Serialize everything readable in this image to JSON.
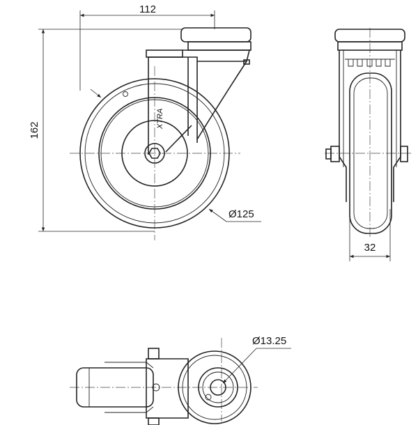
{
  "dimensions": {
    "width": "112",
    "height": "162",
    "wheel_diameter": "Ø125",
    "wheel_width": "32",
    "bolt_hole": "Ø13.25"
  },
  "views": {
    "side_logo": "XTRA"
  }
}
